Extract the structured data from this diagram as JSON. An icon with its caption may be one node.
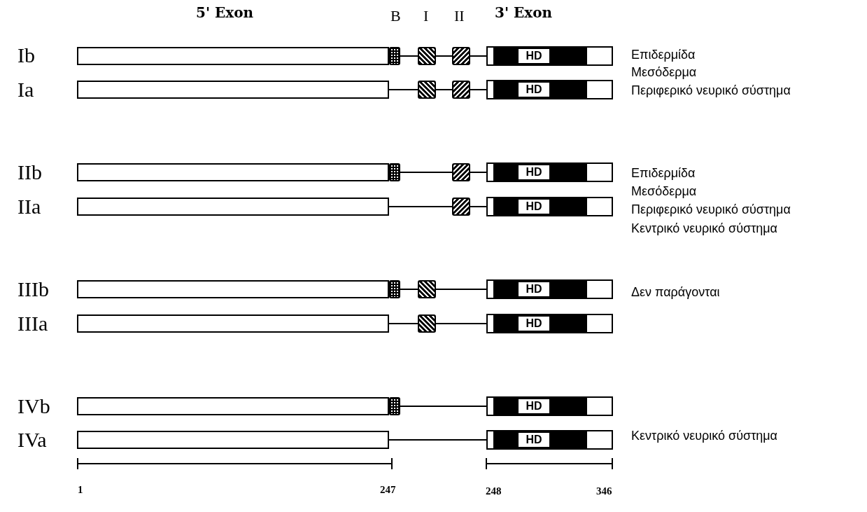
{
  "diagram": {
    "nodes": [
      {
        "text": [],
        "shape": "bar"
      },
      {
        "text": [],
        "shape": "box"
      },
      {
        "text": [],
        "shape": "box"
      },
      {
        "text": [],
        "shape": "box"
      },
      {
        "text": [],
        "shape": "bar"
      },
      {
        "text": [
          "HD"
        ],
        "in": 4
      },
      {
        "text": [],
        "shape": "bar"
      },
      {
        "text": [],
        "shape": "box"
      },
      {
        "text": [],
        "shape": "box"
      },
      {
        "text": [],
        "shape": "bar"
      },
      {
        "text": [
          "HD"
        ],
        "in": 9
      },
      {
        "text": [],
        "shape": "bar"
      },
      {
        "text": [],
        "shape": "box"
      },
      {
        "text": [],
        "shape": "box"
      },
      {
        "text": [],
        "shape": "bar"
      },
      {
        "text": [
          "HD"
        ],
        "in": 14
      },
      {
        "text": [],
        "shape": "bar"
      },
      {
        "text": [],
        "shape": "box"
      },
      {
        "text": [],
        "shape": "bar"
      },
      {
        "text": [
          "HD"
        ],
        "in": 18
      },
      {
        "text": [],
        "shape": "bar"
      },
      {
        "text": [],
        "shape": "box"
      },
      {
        "text": [],
        "shape": "box"
      },
      {
        "text": [],
        "shape": "bar"
      },
      {
        "text": [
          "HD"
        ],
        "in": 23
      },
      {
        "text": [],
        "shape": "bar"
      },
      {
        "text": [],
        "shape": "box"
      },
      {
        "text": [],
        "shape": "bar"
      },
      {
        "text": [
          "HD"
        ],
        "in": 27
      },
      {
        "text": [],
        "shape": "bar"
      },
      {
        "text": [],
        "shape": "box"
      },
      {
        "text": [],
        "shape": "bar"
      },
      {
        "text": [
          "HD"
        ],
        "in": 31
      },
      {
        "text": [],
        "shape": "bar"
      },
      {
        "text": [],
        "shape": "bar"
      },
      {
        "text": [
          "HD"
        ],
        "in": 34
      }
    ],
    "edges": [
      {
        "from": 1,
        "to": 2,
        "arrow": "none"
      },
      {
        "from": 2,
        "to": 3,
        "arrow": "none"
      },
      {
        "from": 3,
        "to": 4,
        "arrow": "none"
      },
      {
        "from": 6,
        "to": 7,
        "arrow": "none"
      },
      {
        "from": 7,
        "to": 8,
        "arrow": "none"
      },
      {
        "from": 8,
        "to": 9,
        "arrow": "none"
      },
      {
        "from": 12,
        "to": 13,
        "arrow": "none"
      },
      {
        "from": 13,
        "to": 14,
        "arrow": "none"
      },
      {
        "from": 16,
        "to": 17,
        "arrow": "none"
      },
      {
        "from": 17,
        "to": 18,
        "arrow": "none"
      },
      {
        "from": 21,
        "to": 22,
        "arrow": "none"
      },
      {
        "from": 22,
        "to": 23,
        "arrow": "none"
      },
      {
        "from": 25,
        "to": 26,
        "arrow": "none"
      },
      {
        "from": 26,
        "to": 27,
        "arrow": "none"
      },
      {
        "from": 30,
        "to": 31,
        "arrow": "none"
      },
      {
        "from": 33,
        "to": 34,
        "arrow": "none"
      }
    ],
    "labels": [
      "5' Exon",
      "B",
      "I",
      "II",
      "3' Exon",
      "Ib",
      "Επιδερμίδα",
      "Μεσόδερμα",
      "Ia",
      "Περιφερικό νευρικό σύστημα",
      "IIb",
      "Επιδερμίδα",
      "Μεσόδερμα",
      "IIa",
      "Περιφερικό νευρικό σύστημα",
      "Κεντρικό νευρικό σύστημα",
      "IIIb",
      "Δεν παράγονται",
      "IIIa",
      "IVb",
      "IVa",
      "Κεντρικό νευρικό σύστημα",
      "1",
      "247",
      "248",
      "346"
    ]
  }
}
